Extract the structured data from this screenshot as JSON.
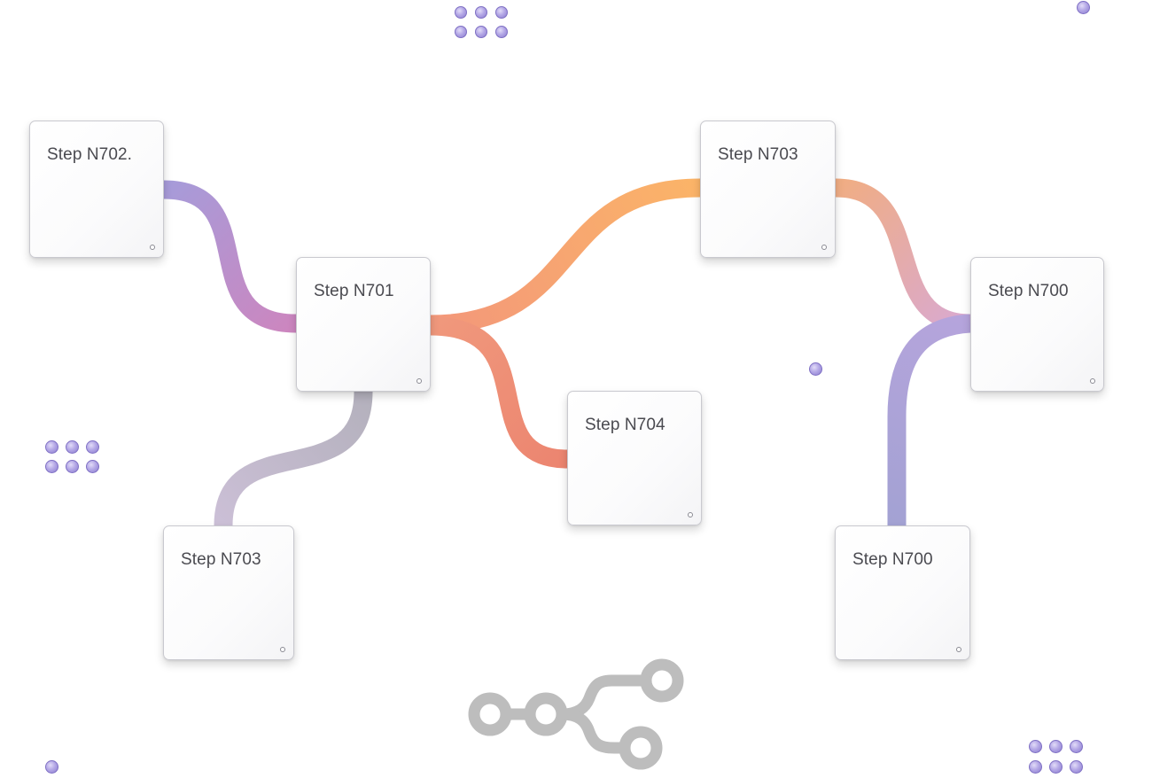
{
  "diagram": {
    "nodes": [
      {
        "id": "n702",
        "label": "Step N702."
      },
      {
        "id": "n701",
        "label": "Step N701"
      },
      {
        "id": "n703a",
        "label": "Step N703"
      },
      {
        "id": "n703b",
        "label": "Step N703"
      },
      {
        "id": "n704",
        "label": "Step N704"
      },
      {
        "id": "n700a",
        "label": "Step N700"
      },
      {
        "id": "n700b",
        "label": "Step N700"
      }
    ],
    "edges": [
      {
        "from": "n702",
        "to": "n701",
        "colors": [
          "#a79bd9",
          "#cc86bf"
        ]
      },
      {
        "from": "n701",
        "to": "n703a",
        "colors": [
          "#f3977a",
          "#fbb468"
        ]
      },
      {
        "from": "n701",
        "to": "n704",
        "colors": [
          "#f0987c",
          "#ec8570"
        ]
      },
      {
        "from": "n701",
        "to": "n703b",
        "colors": [
          "#b4b1bd",
          "#cbbfd6"
        ]
      },
      {
        "from": "n703a",
        "to": "n700a",
        "colors": [
          "#f0ad84",
          "#d9a9d1"
        ]
      },
      {
        "from": "n700b",
        "to": "n700a",
        "colors": [
          "#a3a2d3",
          "#b5a4dc"
        ]
      }
    ],
    "accent_colors": {
      "dot": "#a99de0",
      "logo": "#bdbdbd"
    }
  },
  "logo": {
    "icon": "workflow-branch-icon"
  }
}
